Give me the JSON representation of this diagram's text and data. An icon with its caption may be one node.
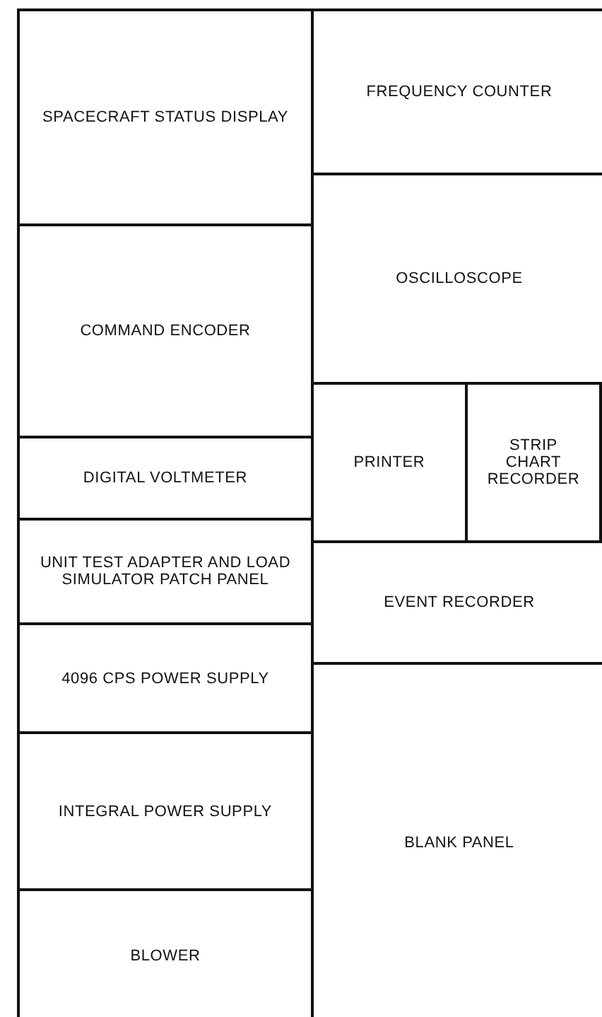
{
  "diagram": {
    "nodes": [
      {
        "text": [
          "SPACECRAFT STATUS DISPLAY"
        ]
      },
      {
        "text": [
          "COMMAND ENCODER"
        ]
      },
      {
        "text": [
          "DIGITAL VOLTMETER"
        ]
      },
      {
        "text": [
          "UNIT TEST ADAPTER AND LOAD SIMULATOR PATCH PANEL"
        ]
      },
      {
        "text": [
          "4096 CPS POWER SUPPLY"
        ]
      },
      {
        "text": [
          "INTEGRAL POWER SUPPLY"
        ]
      },
      {
        "text": [
          "BLOWER"
        ]
      },
      {
        "text": [
          "FREQUENCY COUNTER"
        ]
      },
      {
        "text": [
          "OSCILLOSCOPE"
        ]
      },
      {
        "text": [
          "PRINTER"
        ]
      },
      {
        "text": [
          "STRIP CHART RECORDER"
        ]
      },
      {
        "text": [
          "EVENT RECORDER"
        ]
      },
      {
        "text": [
          "BLANK PANEL"
        ]
      }
    ]
  }
}
